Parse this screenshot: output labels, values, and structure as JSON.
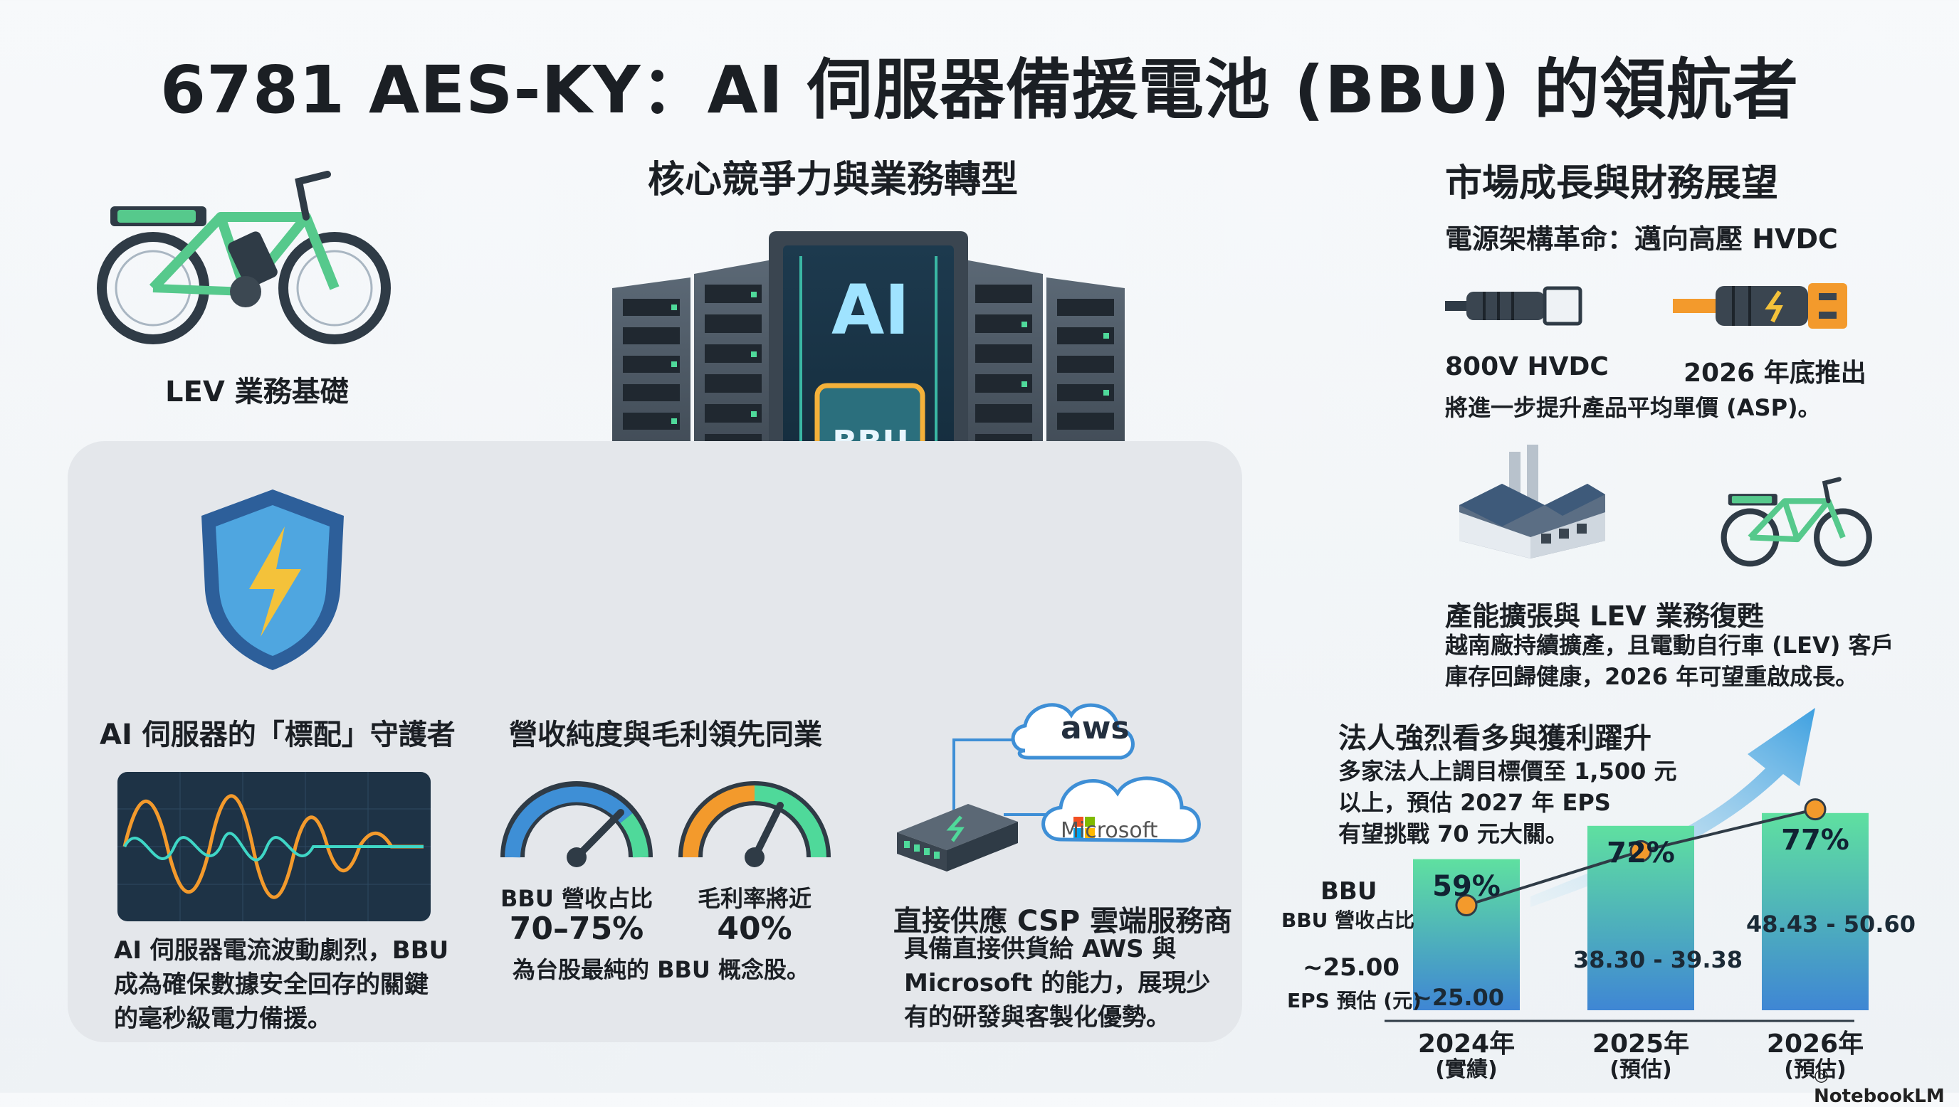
{
  "title": "6781 AES-KY：AI 伺服器備援電池 (BBU) 的領航者",
  "core": {
    "heading": "核心競爭力與業務轉型",
    "lev_label": "LEV 業務基礎",
    "server_ai": "AI",
    "server_bbu": "BBU",
    "guardian": {
      "heading": "AI 伺服器的「標配」守護者",
      "body": [
        "AI 伺服器電流波動劇烈，BBU",
        "成為確保數據安全回存的關鍵",
        "的毫秒級電力備援。"
      ]
    },
    "margin": {
      "heading": "營收純度與毛利領先同業",
      "gauge1_label": "BBU 營收占比",
      "gauge1_value": "70–75%",
      "gauge2_label": "毛利率將近",
      "gauge2_value": "40%",
      "body": "為台股最純的 BBU 概念股。"
    },
    "csp": {
      "heading": "直接供應 CSP 雲端服務商",
      "aws": "aws",
      "microsoft": "Microsoft",
      "body": [
        "具備直接供貨給 AWS 與",
        "Microsoft 的能力，展現少",
        "有的研發與客製化優勢。"
      ]
    }
  },
  "market": {
    "heading": "市場成長與財務展望",
    "hvdc": {
      "heading": "電源架構革命：邁向高壓 HVDC",
      "left_label": "800V HVDC",
      "right_label": "2026 年底推出",
      "body": "將進一步提升產品平均單價 (ASP)。"
    },
    "capacity": {
      "heading": "產能擴張與 LEV 業務復甦",
      "body": [
        "越南廠持續擴產，且電動自行車 (LEV) 客戶",
        "庫存回歸健康，2026 年可望重啟成長。"
      ]
    },
    "analyst": {
      "heading": "法人強烈看多與獲利躍升",
      "body": [
        "多家法人上調目標價至 1,500 元",
        "以上，預估 2027 年 EPS",
        "有望挑戰 70 元大關。"
      ]
    }
  },
  "chart_data": {
    "type": "bar",
    "categories": [
      "2024年",
      "2025年",
      "2026年"
    ],
    "category_notes": [
      "(實績)",
      "(預估)",
      "(預估)"
    ],
    "series": [
      {
        "name": "BBU 營收占比",
        "values": [
          59,
          72,
          77
        ],
        "labels": [
          "59%",
          "72%",
          "77%"
        ]
      },
      {
        "name": "EPS 預估 (元)",
        "values": [
          25.0,
          38.84,
          49.52
        ],
        "labels": [
          "~25.00",
          "38.30 - 39.38",
          "48.43 - 50.60"
        ]
      }
    ],
    "legend": {
      "bbu_title": "BBU",
      "bbu_sub": "BBU 營收占比",
      "eps_value": "~25.00",
      "eps_sub": "EPS 預估 (元)"
    },
    "bar_ylim": [
      0,
      100
    ],
    "eps_ylim": [
      0,
      60
    ]
  },
  "watermark": "NotebookLM",
  "colors": {
    "accent_green": "#4fd99a",
    "accent_blue": "#3e8fd6",
    "point_orange": "#f39a2c"
  }
}
